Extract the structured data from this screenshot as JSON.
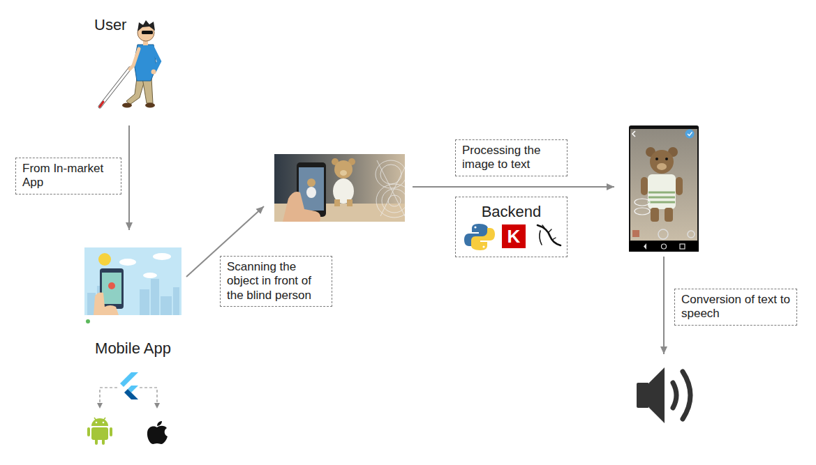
{
  "diagram": {
    "nodes": [
      {
        "text": [
          "User"
        ]
      },
      {
        "text": [
          "Mobile App"
        ]
      },
      {
        "text": []
      },
      {
        "text": [
          "Backend"
        ]
      },
      {
        "text": []
      },
      {
        "text": []
      }
    ],
    "edges": [
      {
        "from": 0,
        "to": 1,
        "arrow": "to",
        "label": "From In-market App"
      },
      {
        "from": 1,
        "to": 2,
        "arrow": "to",
        "label": "Scanning the object in front of the blind person"
      },
      {
        "from": 2,
        "to": 4,
        "arrow": "to",
        "label": "Processing the image to text"
      },
      {
        "from": 4,
        "to": 5,
        "arrow": "to",
        "label": "Conversion of text to speech"
      }
    ],
    "labels": [
      "K"
    ]
  }
}
